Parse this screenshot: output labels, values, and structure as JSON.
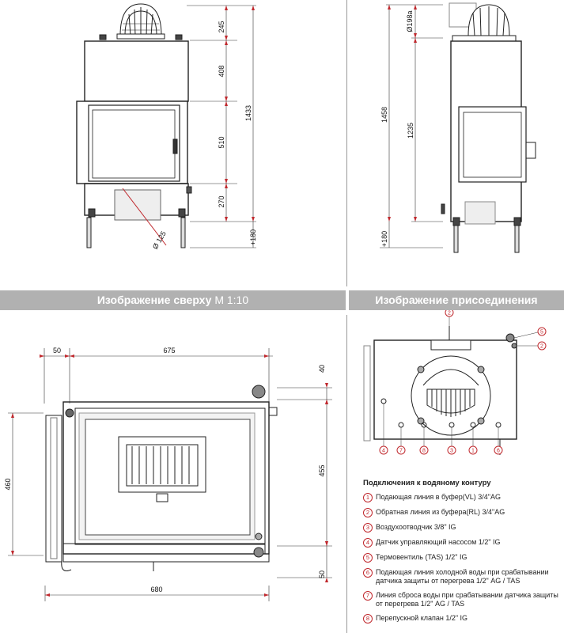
{
  "headers": {
    "top_view": "Изображение сверху",
    "top_view_scale": "M 1:10",
    "connection_view": "Изображение присоединения"
  },
  "front_dims": {
    "d245": "245",
    "d408": "408",
    "d1433": "1433",
    "d510": "510",
    "d270": "270",
    "d180": "+180",
    "d125": "Ø 125"
  },
  "side_dims": {
    "d198": "Ø198a",
    "d1458": "1458",
    "d1235": "1235",
    "d180": "+180"
  },
  "top_dims": {
    "d50top": "50",
    "d675": "675",
    "d40": "40",
    "d460": "460",
    "d455": "455",
    "d50bottom": "50",
    "d680": "680"
  },
  "connection_markers": [
    "2",
    "5",
    "2",
    "4",
    "7",
    "8",
    "3",
    "1",
    "6"
  ],
  "legend": {
    "title": "Подключения к водяному контуру",
    "items": [
      {
        "n": "1",
        "text": "Подающая линия в буфер(VL) 3/4\"AG"
      },
      {
        "n": "2",
        "text": "Обратная линия из буфера(RL) 3/4\"AG"
      },
      {
        "n": "3",
        "text": "Воздухоотводчик 3/8\" IG"
      },
      {
        "n": "4",
        "text": "Датчик управляющий насосом 1/2\" IG"
      },
      {
        "n": "5",
        "text": "Термовентиль (TAS) 1/2\" IG"
      },
      {
        "n": "6",
        "text": "Подающая линия холодной воды при срабатывании датчика защиты от перегрева 1/2\" AG / TAS"
      },
      {
        "n": "7",
        "text": "Линия сброса воды при срабатывании датчика защиты от перегрева 1/2\" AG / TAS"
      },
      {
        "n": "8",
        "text": "Перепускной клапан 1/2\" IG"
      }
    ]
  },
  "colors": {
    "header_bg": "#b1b1b1",
    "accent_red": "#c0282d"
  }
}
